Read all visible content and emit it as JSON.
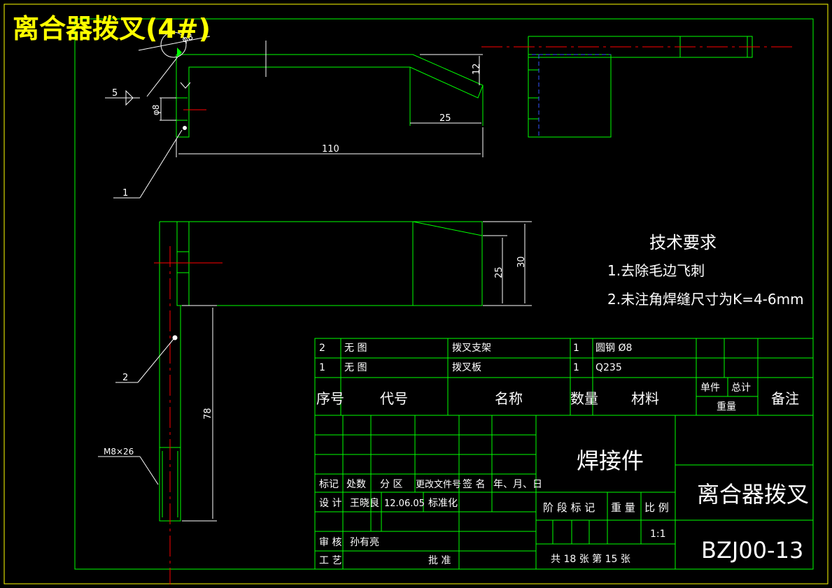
{
  "header": {
    "title": "离合器拨叉(4#)"
  },
  "dimensions": {
    "d_phi8_top": "φ8",
    "d_12": "12",
    "d_25_top": "25",
    "d_110": "110",
    "d_phi8_left": "φ8",
    "d_25_side": "25",
    "d_30": "30",
    "d_78": "78",
    "d_m8": "M8×26"
  },
  "callouts": {
    "c5": "5",
    "c1": "1",
    "c2": "2"
  },
  "tech": {
    "title": "技术要求",
    "item1": "1.去除毛边飞刺",
    "item2": "2.未注角焊缝尺寸为K=4-6mm"
  },
  "bom": {
    "rows": [
      {
        "seq": "2",
        "code": "无 图",
        "name": "拨叉支架",
        "qty": "1",
        "material": "圆钢 Ø8"
      },
      {
        "seq": "1",
        "code": "无 图",
        "name": "拨叉板",
        "qty": "1",
        "material": "Q235"
      }
    ],
    "headers": {
      "seq": "序号",
      "code": "代号",
      "name": "名称",
      "qty": "数量",
      "material": "材料",
      "single": "单件",
      "total": "总计",
      "weight": "重量",
      "remark": "备注"
    }
  },
  "titleblock": {
    "type": "焊接件",
    "part_name": "离合器拨叉",
    "drawing_no": "BZJ00-13",
    "labels": {
      "mark": "标记",
      "count": "处数",
      "zone": "分 区",
      "docno": "更改文件号",
      "sign": "签 名",
      "date": "年、月、日",
      "design": "设 计",
      "std": "标准化",
      "review": "审 核",
      "process": "工 艺",
      "approve": "批 准",
      "stage": "阶 段 标 记",
      "weight": "重 量",
      "scale": "比 例"
    },
    "designer": "王晓良",
    "design_date": "12.06.05",
    "reviewer": "孙有亮",
    "scale": "1:1",
    "sheets": "共  18 张     第 15 张"
  }
}
